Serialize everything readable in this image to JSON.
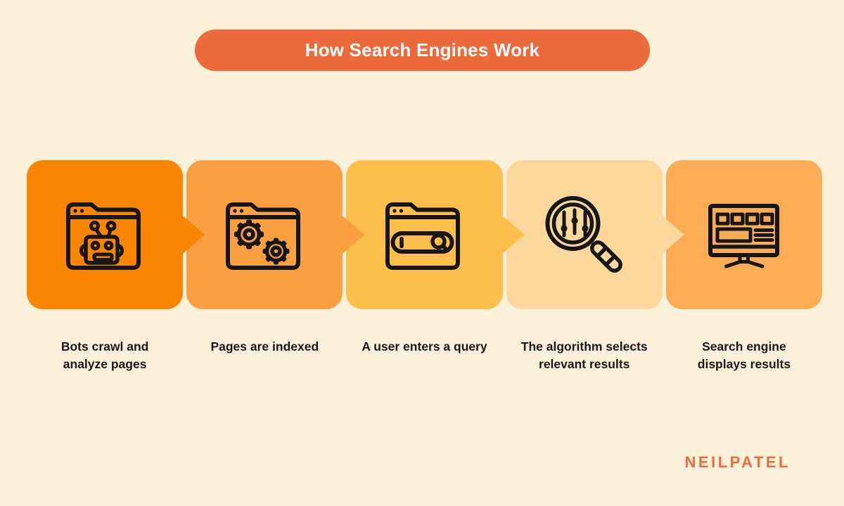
{
  "title": "How Search Engines Work",
  "colors": {
    "background": "#FCF0D8",
    "title_pill": "#EC6A3B",
    "icon_stroke": "#161616",
    "caption_text": "#191919",
    "logo_text": "#ED6C46"
  },
  "steps": [
    {
      "label": "Bots crawl and\nanalyze pages",
      "color": "#F98500",
      "icon": "robot-browser-icon"
    },
    {
      "label": "Pages are indexed",
      "color": "#FA9F42",
      "icon": "gears-browser-icon"
    },
    {
      "label": "A user enters a query",
      "color": "#FDBE4B",
      "icon": "search-bar-browser-icon"
    },
    {
      "label": "The algorithm selects\nrelevant results",
      "color": "#FBD79C",
      "icon": "magnifier-filters-icon"
    },
    {
      "label": "Search engine\ndisplays results",
      "color": "#FBAC55",
      "icon": "monitor-results-icon"
    }
  ],
  "logo": "NEILPATEL"
}
